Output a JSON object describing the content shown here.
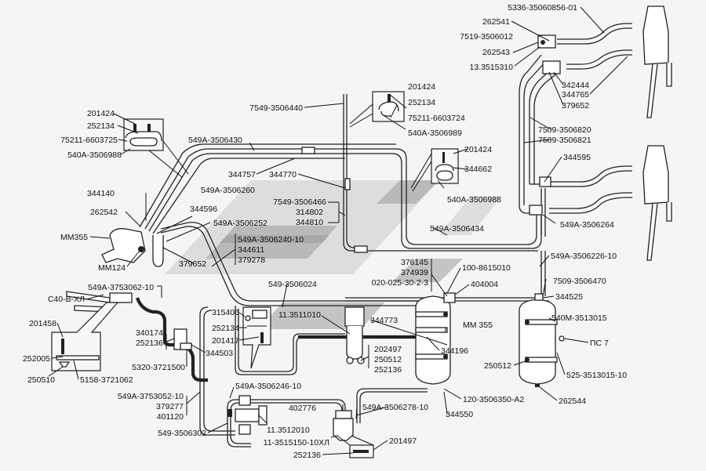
{
  "diagram": {
    "title": "Pneumatic brake system piping diagram",
    "labels": {
      "l5336": "5336-35060856-01",
      "l262541": "262541",
      "l7519": "7519-3506012",
      "l262543": "262543",
      "l13_3515310": "13.3515310",
      "l342444": "342444",
      "l344765": "344765",
      "l379652a": "379652",
      "l201424a": "201424",
      "l252134a": "252134",
      "l75211_724": "75211-6603724",
      "l540A_989": "540A-3506989",
      "l7549_440": "7549-3506440",
      "l201424b": "201424",
      "l252134b": "252134",
      "l75211_725": "75211-6603725",
      "l540A_988a": "540A-3506988",
      "l549A_430": "549A-3506430",
      "l344757": "344757",
      "l344770": "344770",
      "l7509_820": "7509-3506820",
      "l7509_821": "7509-3506821",
      "l201424c": "201424",
      "l344662": "344662",
      "l540A_988b": "540A-3506988",
      "l344595": "344595",
      "l344140": "344140",
      "l549A_260": "549A-3506260",
      "l262542": "262542",
      "l344596": "344596",
      "l7549_466": "7549-3506466",
      "l314802": "314802",
      "l344810": "344810",
      "l549A_252": "549A-3506252",
      "l549A_434": "549A-3506434",
      "l549A_264": "549A-3506264",
      "lMM355a": "MM355",
      "l549A_240": "549A-3506240-10",
      "l344611": "344611",
      "l379278": "379278",
      "lMM124": "MM124",
      "l379652b": "379652",
      "l549A_226": "549A-3506226-10",
      "l376145": "376145",
      "l374939": "374939",
      "l020": "020-025-30-2-3",
      "l100_8615010": "100-8615010",
      "l7509_470": "7509-3506470",
      "l404004": "404004",
      "l549A_3753062": "549A-3753062-10",
      "l549_024": "549-3506024",
      "l344525": "344525",
      "lC40": "С40-В-ХЛ",
      "l315406": "315406",
      "l11_3511010": "11.3511010",
      "l540M": "540М-3513015",
      "l201458": "201458",
      "l340174": "340174",
      "l252136a": "252136",
      "l252134c": "252134",
      "l201417": "201417",
      "l344773": "344773",
      "lMM355b": "MM 355",
      "lPC7": "ПС 7",
      "l344503": "344503",
      "l344196": "344196",
      "l202497": "202497",
      "l250512a": "250512",
      "l252136b": "252136",
      "l252005": "252005",
      "l5320": "5320-3721500",
      "l250512b": "250512",
      "l525": "525-3513015-10",
      "l250510": "250510",
      "l5158": "5158-3721062",
      "l549A_3753052": "549A-3753052-10",
      "l379277": "379277",
      "l401120": "401120",
      "l549A_246": "549A-3506246-10",
      "l120": "120-3506350-А2",
      "l344550": "344550",
      "l402776": "402776",
      "l549A_278": "549A-3506278-10",
      "l262544": "262544",
      "l549_302": "549-3506302",
      "l11_3512010": "11.3512010",
      "l11_3515150": "11-3515150-10ХЛ",
      "l201497": "201497",
      "l252136c": "252136"
    }
  }
}
